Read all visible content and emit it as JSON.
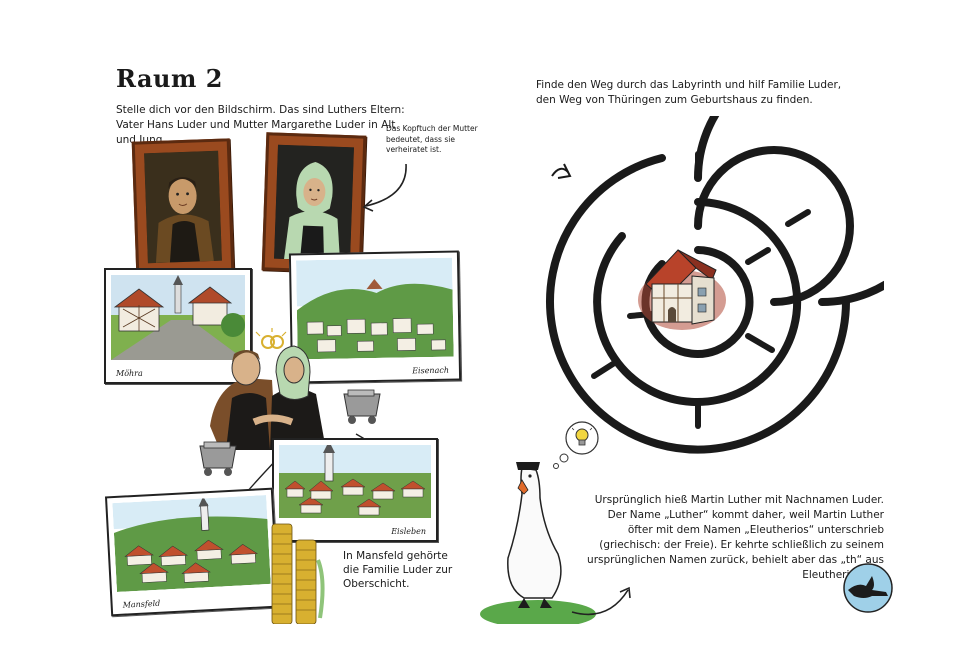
{
  "left_page": {
    "title": "Raum 2",
    "intro": "Stelle dich vor den Bildschirm. Das sind Luthers Eltern: Vater Hans Luder und Mutter Margarethe Luder in Alt und Jung.",
    "headscarf_note": "Das Kopftuch der Mutter bedeutet, dass sie verheiratet ist.",
    "mansfeld_note": "In Mansfeld gehörte die Familie Luder zur Oberschicht.",
    "places": {
      "mohra": "Möhra",
      "eisenach": "Eisenach",
      "eisleben": "Eisleben",
      "mansfeld": "Mansfeld"
    }
  },
  "right_page": {
    "instructions": "Finde den Weg durch das Labyrinth und hilf Familie Luder, den Weg von Thüringen zum Geburtshaus zu finden.",
    "history": "Ursprünglich hieß Martin Luther mit Nachnamen Luder. Der Name „Luther“ kommt daher, weil Martin Luther öfter mit dem Namen „Eleutherios“ unterschrieb (griechisch: der Freie). Er kehrte schließlich zu seinem ursprünglichen Namen zurück, behielt aber das „th“ aus Eleutherios bei."
  },
  "icons": {
    "maze": "circular-maze",
    "birthplace": "birth-house",
    "swan": "swan-mascot",
    "lightbulb": "idea-lightbulb",
    "goose_badge": "flying-goose"
  },
  "colors": {
    "frame_brown": "#9a4a1f",
    "headscarf_green": "#b8d8b0",
    "grass_green": "#5aa84a",
    "badge_blue": "#9fd0e8",
    "gold": "#d8b030"
  }
}
